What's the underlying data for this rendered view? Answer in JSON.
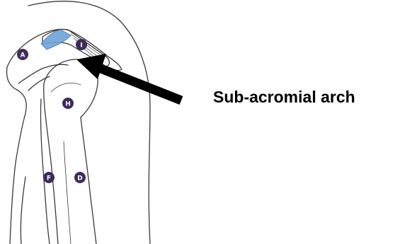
{
  "caption": "Sub-acromial arch",
  "markers": [
    {
      "id": "acromion",
      "letter": "A"
    },
    {
      "id": "coracoid",
      "letter": "I"
    },
    {
      "id": "humeral-head",
      "letter": "H"
    },
    {
      "id": "left-limb",
      "letter": "F"
    },
    {
      "id": "deltoid",
      "letter": "D"
    }
  ],
  "colors": {
    "outline": "#3a3a3a",
    "marker_fill": "#3f2a5c",
    "arch_fill": "#6fa3d8",
    "arrow": "#000000"
  }
}
